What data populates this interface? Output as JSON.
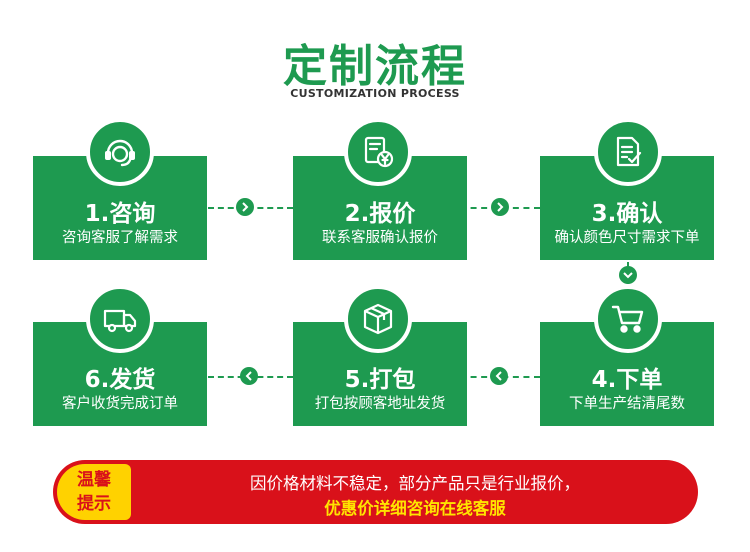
{
  "header": {
    "title": "定制流程",
    "subtitle": "CUSTOMIZATION PROCESS"
  },
  "steps": [
    {
      "title": "1.咨询",
      "desc": "咨询客服了解需求",
      "icon": "headset-icon"
    },
    {
      "title": "2.报价",
      "desc": "联系客服确认报价",
      "icon": "price-document-icon"
    },
    {
      "title": "3.确认",
      "desc": "确认颜色尺寸需求下单",
      "icon": "checklist-icon"
    },
    {
      "title": "4.下单",
      "desc": "下单生产结清尾数",
      "icon": "shopping-cart-icon"
    },
    {
      "title": "5.打包",
      "desc": "打包按顾客地址发货",
      "icon": "package-box-icon"
    },
    {
      "title": "6.发货",
      "desc": "客户收货完成订单",
      "icon": "delivery-truck-icon"
    }
  ],
  "notice": {
    "badge_line1": "温馨",
    "badge_line2": "提示",
    "line1": "因价格材料不稳定，部分产品只是行业报价，",
    "line2": "优惠价详细咨询在线客服"
  },
  "colors": {
    "primary_green": "#1e9a50",
    "notice_red": "#d9111a",
    "badge_yellow": "#ffd200",
    "highlight_yellow": "#ffe400"
  }
}
